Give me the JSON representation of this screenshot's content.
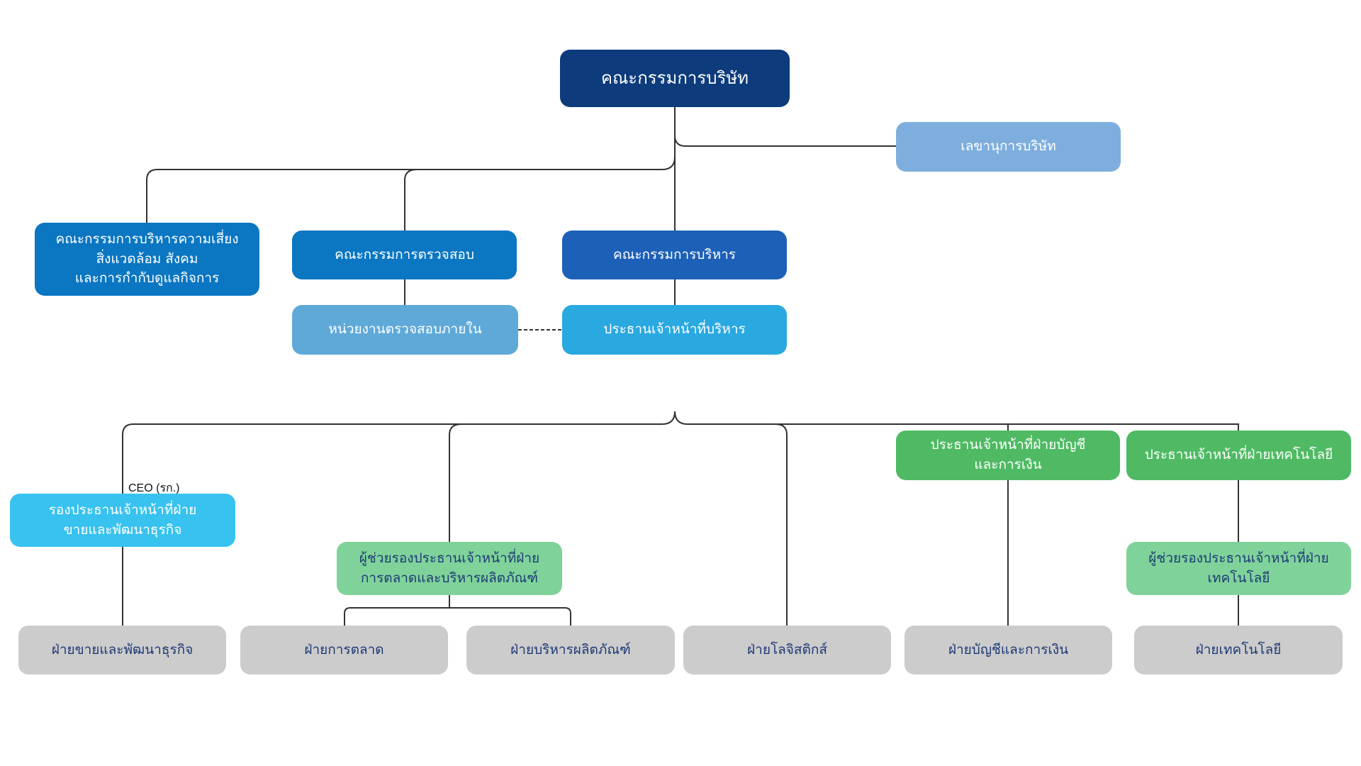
{
  "board": "คณะกรรมการบริษัท",
  "secretary": "เลขานุการบริษัท",
  "risk_committee": "คณะกรรมการบริหารความเสี่ยง\nสิ่งแวดล้อม สังคม\nและการกำกับดูแลกิจการ",
  "audit_committee": "คณะกรรมการตรวจสอบ",
  "executive_committee": "คณะกรรมการบริหาร",
  "internal_audit": "หน่วยงานตรวจสอบภายใน",
  "ceo": "ประธานเจ้าหน้าที่บริหาร",
  "deputy_ceo_tag": "CEO (รก.)",
  "deputy_ceo_sales": "รองประธานเจ้าหน้าที่ฝ่าย\nขายและพัฒนาธุรกิจ",
  "cfo": "ประธานเจ้าหน้าที่ฝ่ายบัญชี\nและการเงิน",
  "cto": "ประธานเจ้าหน้าที่ฝ่ายเทคโนโลยี",
  "asst_marketing": "ผู้ช่วยรองประธานเจ้าหน้าที่ฝ่าย\nการตลาดและบริหารผลิตภัณฑ์",
  "asst_technology": "ผู้ช่วยรองประธานเจ้าหน้าที่ฝ่าย\nเทคโนโลยี",
  "departments": {
    "sales_dev": "ฝ่ายขายและพัฒนาธุรกิจ",
    "marketing": "ฝ่ายการตลาด",
    "product_mgmt": "ฝ่ายบริหารผลิตภัณฑ์",
    "logistics": "ฝ่ายโลจิสติกส์",
    "accounting_finance": "ฝ่ายบัญชีและการเงิน",
    "technology": "ฝ่ายเทคโนโลยี"
  },
  "colors": {
    "board": "#0d3b7c",
    "committee": "#0b76c2",
    "executive": "#1d60b8",
    "ceo": "#2aa8e0",
    "internal_audit": "#5ea9d8",
    "secretary": "#7eaedd",
    "deputy": "#37c2ef",
    "chief": "#4fba63",
    "assistant": "#7fd39a",
    "department": "#cccccc",
    "connector": "#333333"
  }
}
